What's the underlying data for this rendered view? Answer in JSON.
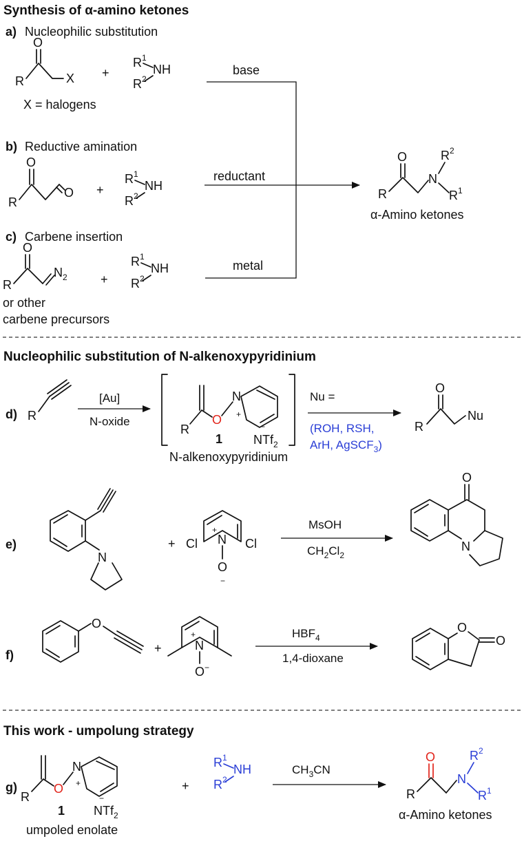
{
  "headings": {
    "section1": "Synthesis of α-amino ketones",
    "section2": "Nucleophilic substitution of N-alkenoxypyridinium",
    "section3": "This work - umpolung strategy"
  },
  "part_a": {
    "label": "a)",
    "title": "Nucleophilic substitution",
    "note": "X = halogens",
    "reagent": "base"
  },
  "part_b": {
    "label": "b)",
    "title": "Reductive amination",
    "reagent": "reductant"
  },
  "part_c": {
    "label": "c)",
    "title": "Carbene insertion",
    "note_line1": "or other",
    "note_line2": "carbene precursors",
    "reagent": "metal"
  },
  "product_top": {
    "caption": "α-Amino ketones"
  },
  "part_d": {
    "label": "d)",
    "reagent_top": "[Au]",
    "reagent_bottom": "N-oxide",
    "intermediate_number": "1",
    "intermediate_name": "N-alkenoxypyridinium",
    "nu_label": "Nu =",
    "nu_line1": "(ROH, RSH,",
    "nu_line2": "ArH, AgSCF"
  },
  "part_e": {
    "label": "e)",
    "reagent_top": "MsOH",
    "reagent_bottom": "CH"
  },
  "part_f": {
    "label": "f)",
    "reagent_top": "HBF",
    "reagent_bottom": "1,4-dioxane"
  },
  "part_g": {
    "label": "g)",
    "reagent": "CH",
    "reagent_tail": "CN",
    "intermediate_number": "1",
    "intermediate_caption": "umpoled enolate",
    "product_caption": "α-Amino ketones"
  },
  "atoms": {
    "R": "R",
    "X": "X",
    "N": "N",
    "NH": "NH",
    "O": "O",
    "Nu": "Nu",
    "Cl": "Cl",
    "N2": "N",
    "NTf2": "NTf",
    "plus": "+",
    "minus": "−",
    "R1": "R",
    "R2": "R",
    "one": "1",
    "two": "2",
    "three": "3",
    "four": "4"
  }
}
